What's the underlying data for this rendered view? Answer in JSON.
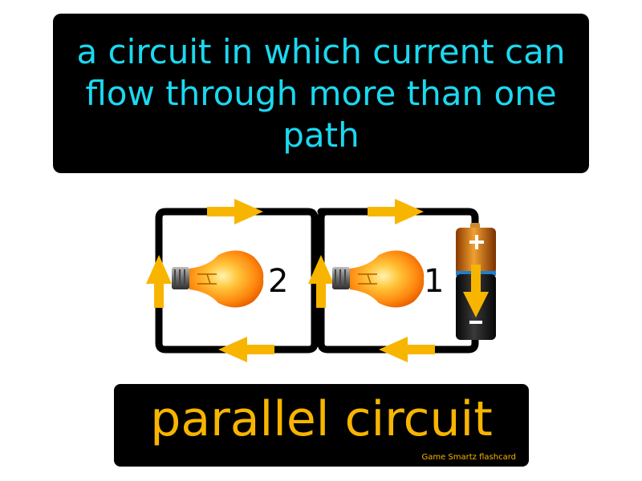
{
  "definition": {
    "text": "a circuit in which current can flow through more than one path"
  },
  "diagram": {
    "bulb_labels": [
      "2",
      "1"
    ],
    "battery_plus": "+",
    "battery_minus": "-"
  },
  "term": {
    "text": "parallel circuit",
    "credit": "Game Smartz flashcard"
  },
  "colors": {
    "definition_text": "#1ad9f0",
    "term_text": "#f7b500",
    "arrow": "#f7b500",
    "wire": "#000000",
    "card_background": "#000000"
  }
}
